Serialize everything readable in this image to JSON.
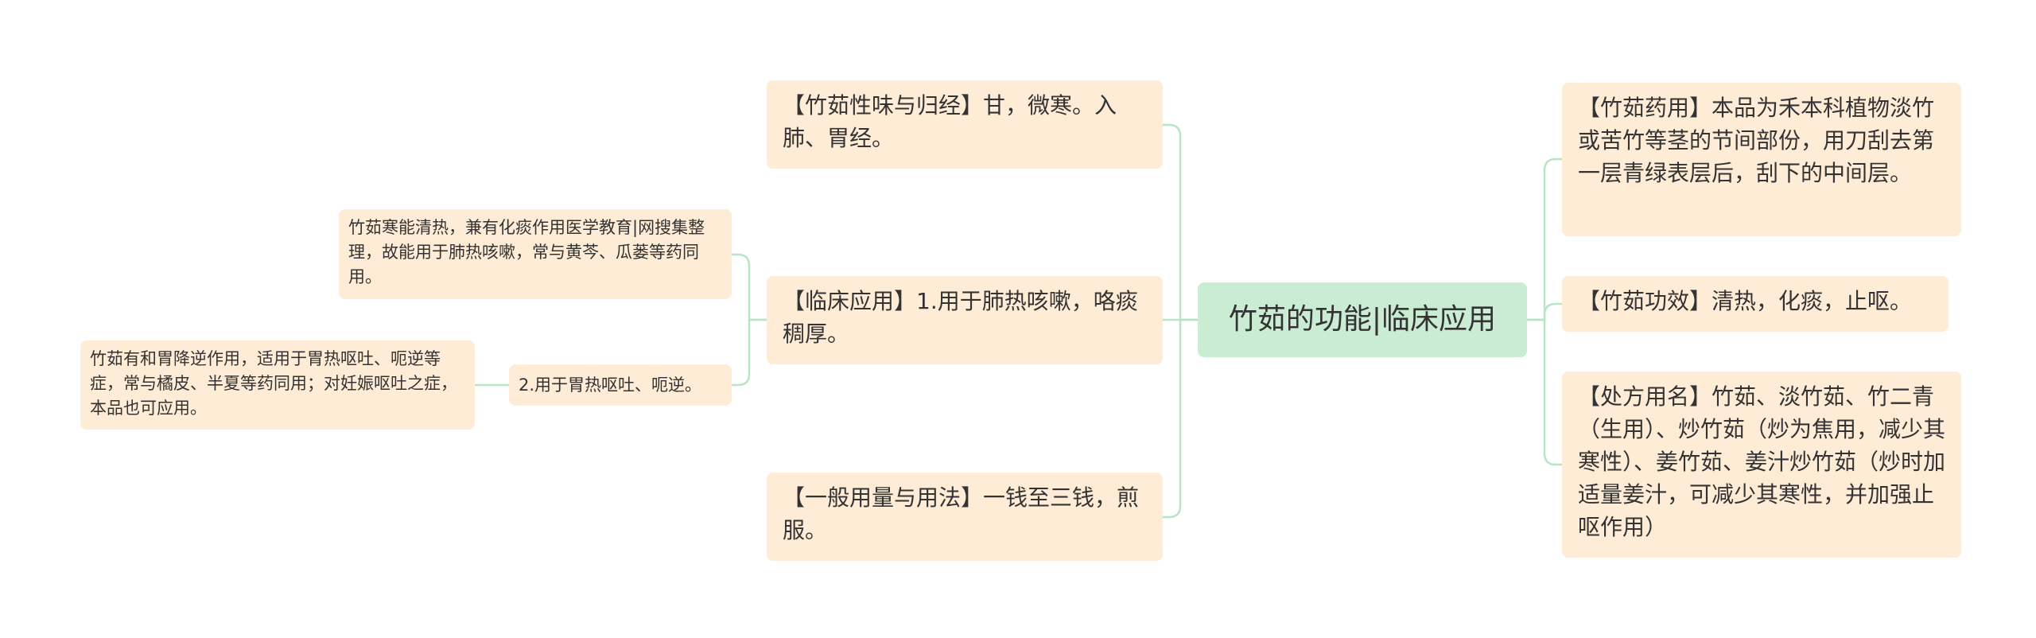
{
  "colors": {
    "root_fill": "#c9ecd3",
    "node_fill": "#ffecd6",
    "connector": "#b9e4c5",
    "text": "#333333"
  },
  "root": {
    "label": "竹茹的功能|临床应用"
  },
  "left": [
    {
      "label": "【竹茹性味与归经】甘，微寒。入肺、胃经。"
    },
    {
      "label": "【临床应用】1.用于肺热咳嗽，咯痰稠厚。",
      "children": [
        {
          "label": "竹茹寒能清热，兼有化痰作用医学教育|网搜集整理，故能用于肺热咳嗽，常与黄芩、瓜蒌等药同用。"
        },
        {
          "label": "2.用于胃热呕吐、呃逆。",
          "children": [
            {
              "label": "竹茹有和胃降逆作用，适用于胃热呕吐、呃逆等症，常与橘皮、半夏等药同用；对妊娠呕吐之症，本品也可应用。"
            }
          ]
        }
      ]
    },
    {
      "label": "【一般用量与用法】一钱至三钱，煎服。"
    }
  ],
  "right": [
    {
      "label": "【竹茹药用】本品为禾本科植物淡竹或苦竹等茎的节间部份，用刀刮去第一层青绿表层后，刮下的中间层。"
    },
    {
      "label": "【竹茹功效】清热，化痰，止呕。"
    },
    {
      "label": "【处方用名】竹茹、淡竹茹、竹二青（生用）、炒竹茹（炒为焦用，减少其寒性）、姜竹茹、姜汁炒竹茹（炒时加适量姜汁，可减少其寒性，并加强止呕作用）"
    }
  ]
}
